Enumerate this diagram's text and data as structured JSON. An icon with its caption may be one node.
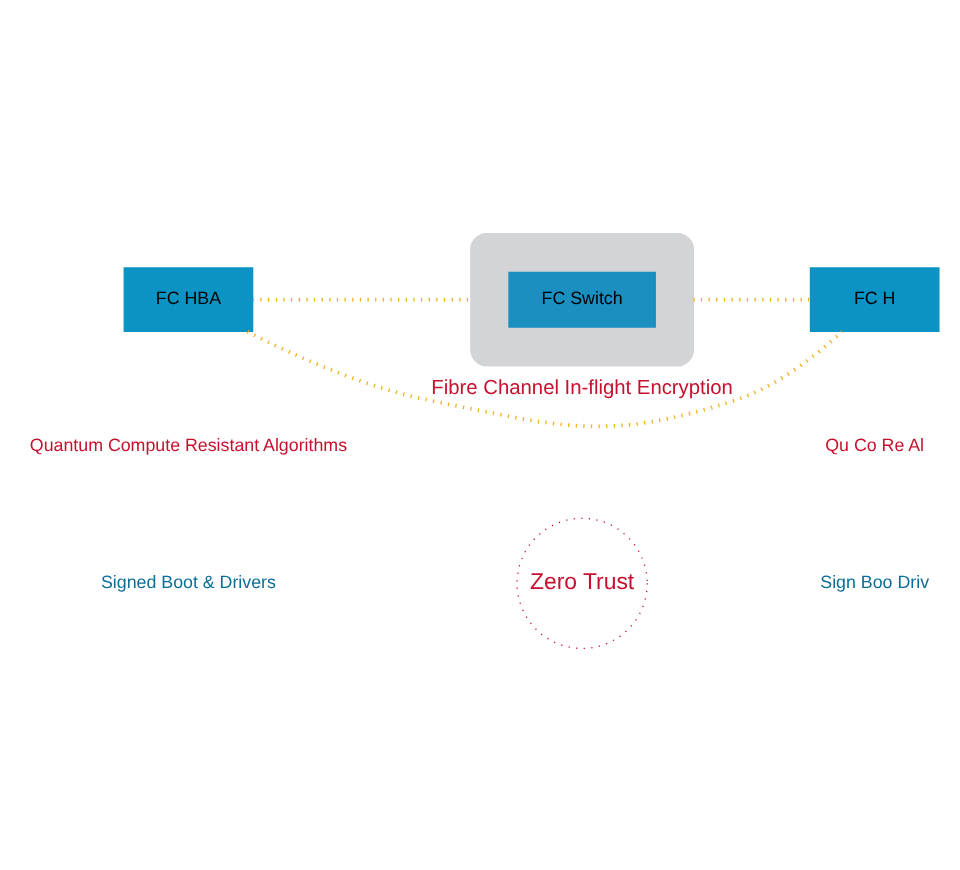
{
  "diagram": {
    "nodes": [
      {
        "text": [
          "FC HBA"
        ]
      },
      {
        "text": [],
        "shape": "cloud"
      },
      {
        "text": [
          "FC Switch"
        ],
        "in": 1
      },
      {
        "text": [
          "FC H"
        ]
      },
      {
        "text": [
          "Zero Trust"
        ]
      }
    ],
    "edges": [
      {
        "from": 0,
        "to": 1,
        "arrow": "none",
        "style": "dashed"
      },
      {
        "from": 1,
        "to": 3,
        "arrow": "none",
        "style": "dashed"
      },
      {
        "from": 0,
        "to": 3,
        "arrow": "none",
        "style": "dashed",
        "label": "Fibre Channel In-flight Encryption"
      }
    ],
    "labels": [
      "Quantum Compute Resistant Algorithms",
      "Qu Co Re Al",
      "Signed Boot & Drivers",
      "Sign Boo Driv"
    ]
  }
}
